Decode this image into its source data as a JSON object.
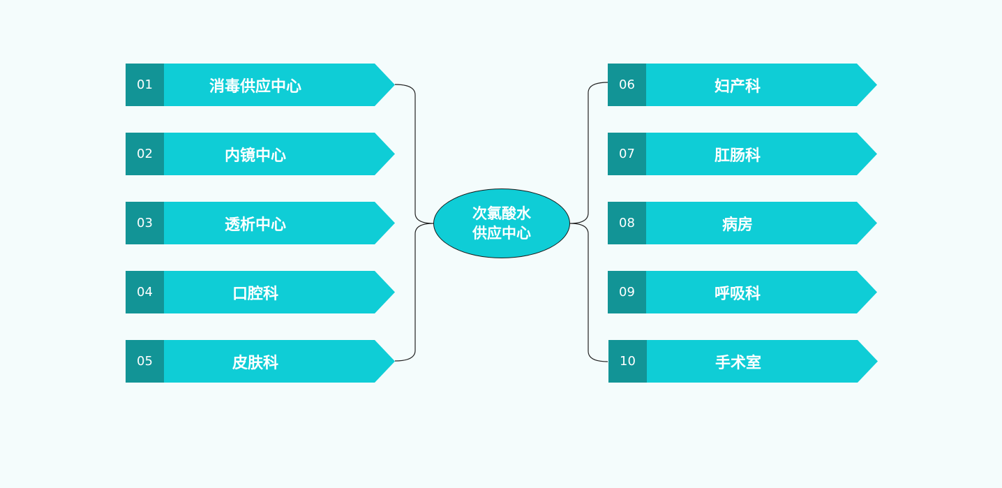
{
  "hub": {
    "line1": "次氯酸水",
    "line2": "供应中心"
  },
  "left_items": [
    {
      "num": "01",
      "label": "消毒供应中心"
    },
    {
      "num": "02",
      "label": "内镜中心"
    },
    {
      "num": "03",
      "label": "透析中心"
    },
    {
      "num": "04",
      "label": "口腔科"
    },
    {
      "num": "05",
      "label": "皮肤科"
    }
  ],
  "right_items": [
    {
      "num": "06",
      "label": "妇产科"
    },
    {
      "num": "07",
      "label": "肛肠科"
    },
    {
      "num": "08",
      "label": "病房"
    },
    {
      "num": "09",
      "label": "呼吸科"
    },
    {
      "num": "10",
      "label": "手术室"
    }
  ],
  "colors": {
    "background": "#f4fcfc",
    "number_box": "#129496",
    "arrow": "#0fcdd6",
    "connector": "#222222"
  }
}
